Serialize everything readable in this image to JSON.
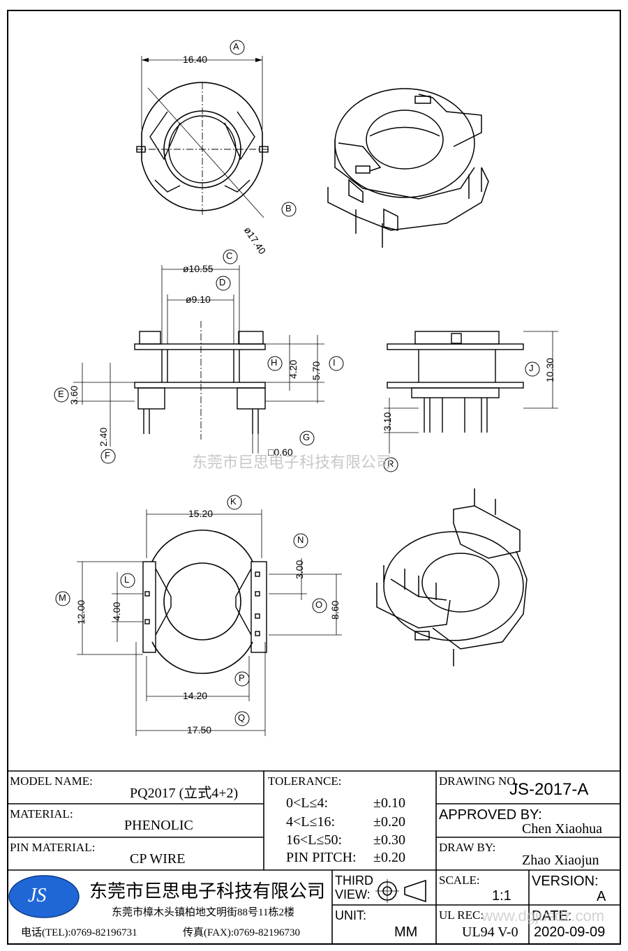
{
  "watermark": "东莞市巨思电子科技有限公司",
  "top_view": {
    "dim_a": {
      "letter": "A",
      "value": "16.40"
    },
    "dim_b": {
      "letter": "B",
      "value": "ø17.40"
    }
  },
  "front_view": {
    "dim_c": {
      "letter": "C",
      "value": "ø10.55"
    },
    "dim_d": {
      "letter": "D",
      "value": "ø9.10"
    },
    "dim_e": {
      "letter": "E",
      "value": "3.60"
    },
    "dim_f": {
      "letter": "F",
      "value": "2.40"
    },
    "dim_g": {
      "letter": "G",
      "value": "□0.60"
    },
    "dim_h": {
      "letter": "H",
      "value": "4.20"
    },
    "dim_i": {
      "letter": "I",
      "value": "5.70"
    }
  },
  "side_view": {
    "dim_j": {
      "letter": "J",
      "value": "10.30"
    },
    "dim_r": {
      "letter": "R",
      "value": "3.10"
    }
  },
  "bottom_view": {
    "dim_k": {
      "letter": "K",
      "value": "15.20"
    },
    "dim_l": {
      "letter": "L",
      "value": "4.00"
    },
    "dim_m": {
      "letter": "M",
      "value": "12.00"
    },
    "dim_n": {
      "letter": "N",
      "value": "3.00"
    },
    "dim_o": {
      "letter": "O",
      "value": "8.60"
    },
    "dim_p": {
      "letter": "P",
      "value": "14.20"
    },
    "dim_q": {
      "letter": "Q",
      "value": "17.50"
    }
  },
  "title_block": {
    "model_name_label": "MODEL NAME:",
    "model_name_value": "PQ2017 (立式4+2)",
    "material_label": "MATERIAL:",
    "material_value": "PHENOLIC",
    "pin_material_label": "PIN MATERIAL:",
    "pin_material_value": "CP WIRE",
    "tolerance_label": "TOLERANCE:",
    "tolerances": [
      {
        "range": "0<L≤4:",
        "value": "±0.10"
      },
      {
        "range": "4<L≤16:",
        "value": "±0.20"
      },
      {
        "range": "16<L≤50:",
        "value": "±0.30"
      },
      {
        "range": "PIN PITCH:",
        "value": "±0.20"
      }
    ],
    "drawing_no_label": "DRAWING NO.",
    "drawing_no_value": "JS-2017-A",
    "approved_by_label": "APPROVED BY:",
    "approved_by_value": "Chen Xiaohua",
    "draw_by_label": "DRAW BY:",
    "draw_by_value": "Zhao Xiaojun",
    "logo_text": "JS",
    "company_name": "东莞市巨思电子科技有限公司",
    "company_address": "东莞市樟木头镇柏地文明街88号11栋2楼",
    "phone": "电话(TEL):0769-82196731",
    "fax": "传真(FAX):0769-82196730",
    "third_view_label_1": "THIRD",
    "third_view_label_2": "VIEW:",
    "unit_label": "UNIT:",
    "unit_value": "MM",
    "scale_label": "SCALE:",
    "scale_value": "1:1",
    "version_label": "VERSION:",
    "version_value": "A",
    "ul_rec_label": "UL REC:",
    "ul_rec_value": "UL94 V-0",
    "date_label": "DATE:",
    "date_value": "2020-09-09",
    "site_watermark": "www.dgjusdz.com"
  }
}
